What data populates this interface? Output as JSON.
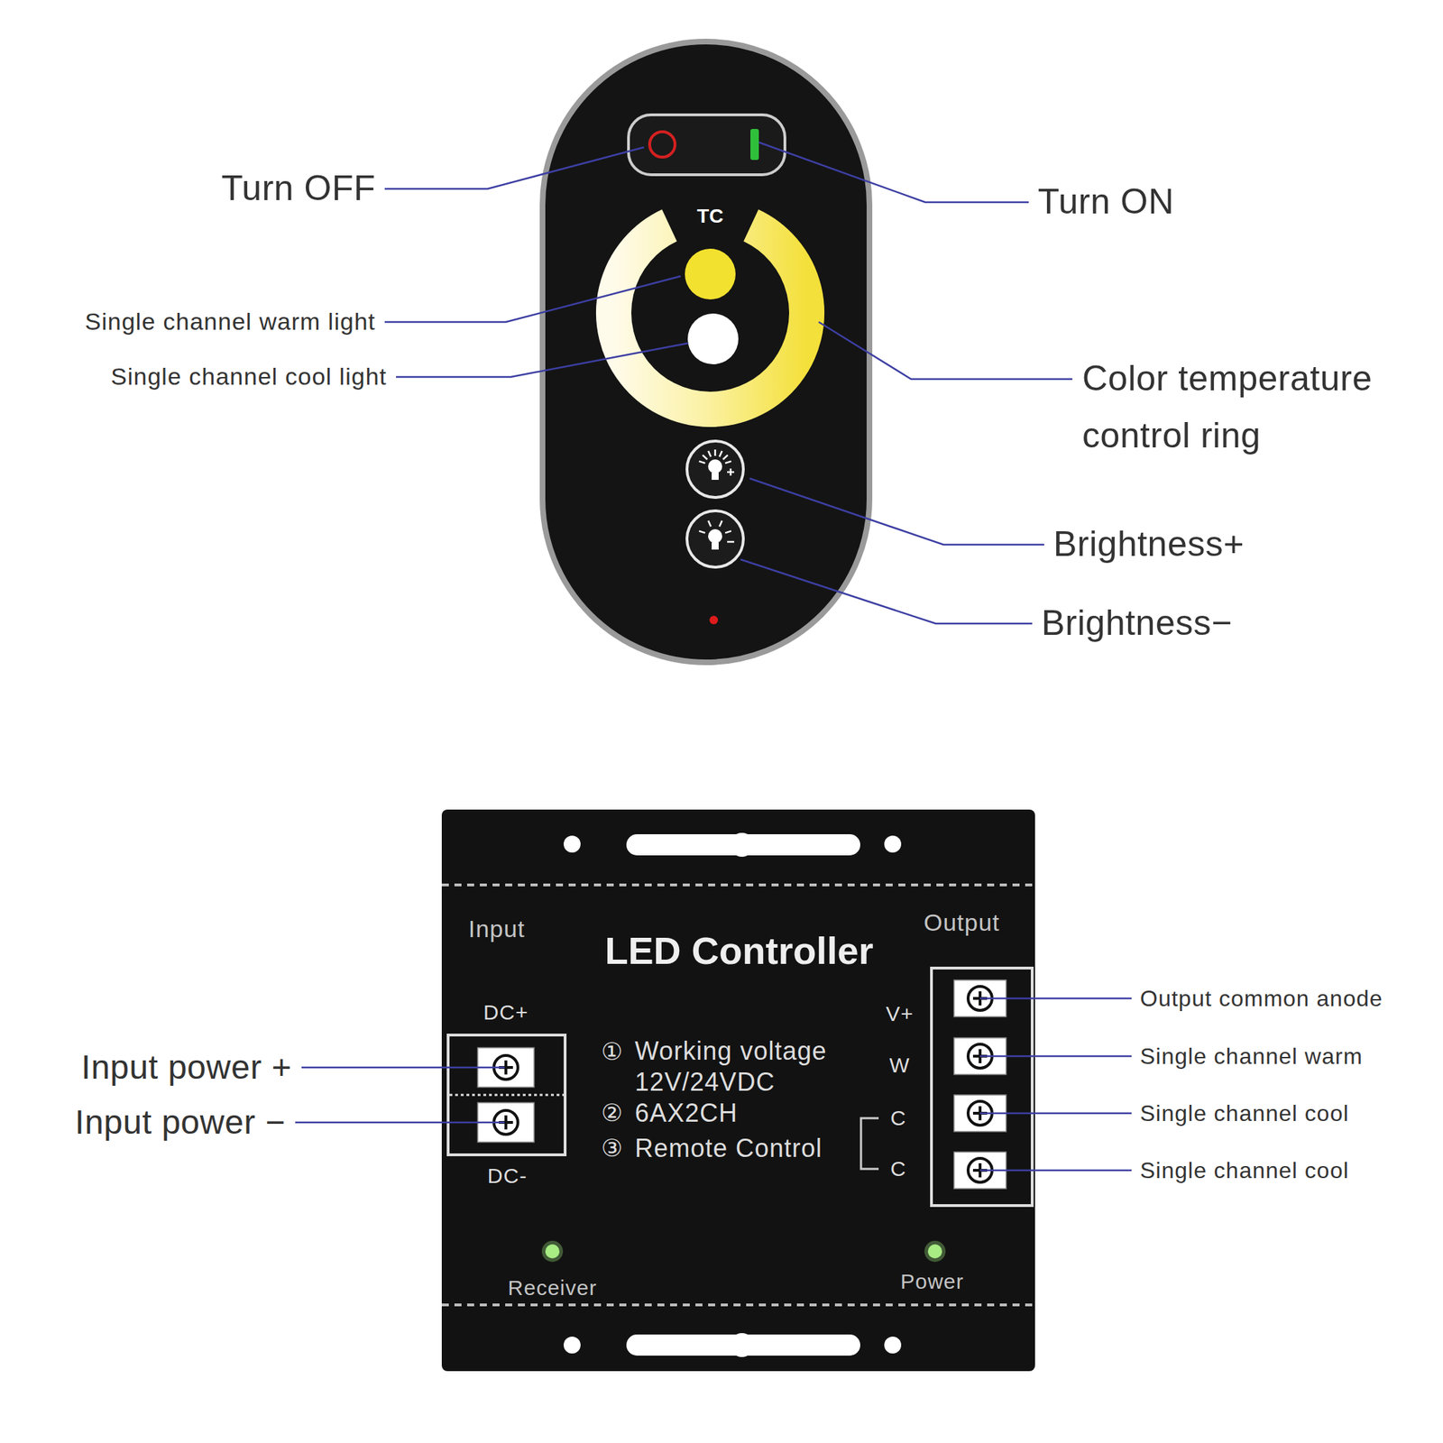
{
  "diagram": {
    "nodes": [
      {
        "text": [
          "TC"
        ]
      },
      {
        "text": [
          "LED Controller"
        ]
      }
    ],
    "labels": [
      "Turn OFF",
      "Turn ON",
      "Single channel warm light",
      "Single channel cool light",
      "Color temperature control ring",
      "Brightness+",
      "Brightness−",
      "Input",
      "Output",
      "DC+",
      "DC-",
      "V+",
      "W",
      "C",
      "C",
      "①",
      "Working voltage 12V/24VDC",
      "②",
      "6AX2CH",
      "③",
      "Remote Control",
      "Receiver",
      "Power",
      "Input power +",
      "Input power −",
      "Output common anode",
      "Single channel warm",
      "Single channel cool",
      "Single channel cool"
    ]
  }
}
